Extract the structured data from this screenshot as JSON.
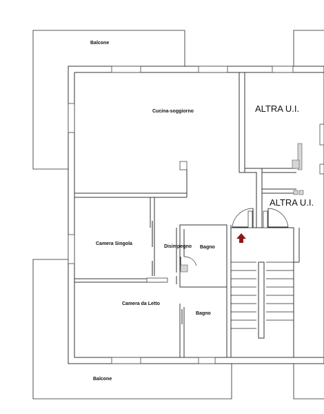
{
  "labels": {
    "balcony_top": "Balcone",
    "balcony_bottom": "Balcone",
    "kitchen_living": "Cucina-soggiorno",
    "single_room": "Camera Singola",
    "hallway": "Disimpegno",
    "bathroom_1": "Bagno",
    "bedroom": "Camera da Letto",
    "bathroom_2": "Bagno",
    "other_unit_1": "ALTRA U.I.",
    "other_unit_2": "ALTRA U.I."
  },
  "colors": {
    "entrance_arrow": "#8b1a1a",
    "wall_fill": "#d6d6d6"
  }
}
